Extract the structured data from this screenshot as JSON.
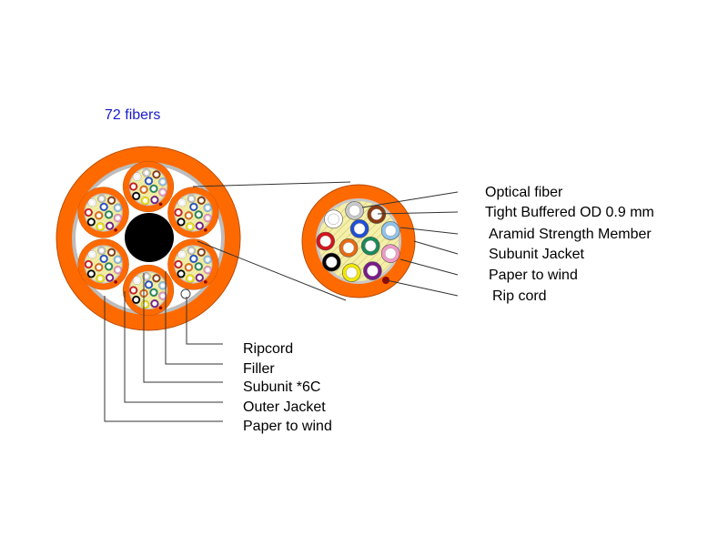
{
  "title": "72 fibers",
  "colors": {
    "jacket": "#ff6a00",
    "aramid": "#f5f0a8",
    "paper": "#bdbdbd",
    "filler": "#000000",
    "fibers": [
      "#c8c8c8",
      "#8b3a0e",
      "#ffffff",
      "#1f4fd8",
      "#8ec4ee",
      "#d4141c",
      "#e86a10",
      "#1a8a5a",
      "#f09ac8",
      "#000000",
      "#f2e800",
      "#7a1a8a"
    ],
    "ripcord": "#8b0a0a"
  },
  "detail_labels": [
    "Optical fiber",
    "Tight Buffered OD 0.9 mm",
    "Aramid Strength Member",
    "Subunit Jacket",
    "Paper to wind",
    "Rip cord"
  ],
  "cable_labels": [
    "Ripcord",
    "Filler",
    "Subunit *6C",
    "Outer Jacket",
    "Paper to wind"
  ]
}
